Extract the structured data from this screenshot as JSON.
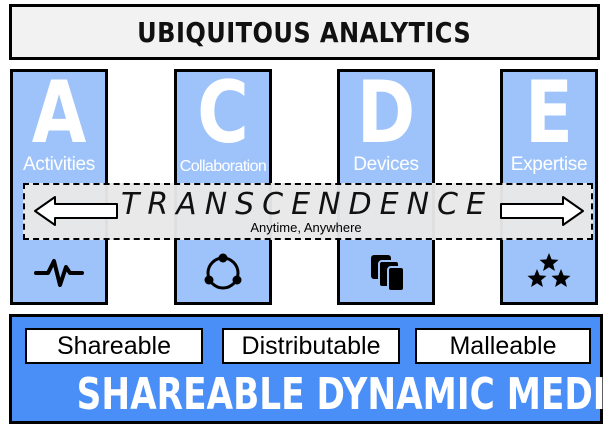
{
  "title": "UBIQUITOUS ANALYTICS",
  "pillars": [
    {
      "letter": "A",
      "label": "Activities",
      "icon": "activity-pulse-icon"
    },
    {
      "letter": "C",
      "label": "Collaboration",
      "icon": "collaboration-nodes-icon"
    },
    {
      "letter": "D",
      "label": "Devices",
      "icon": "devices-icon"
    },
    {
      "letter": "E",
      "label": "Expertise",
      "icon": "stars-icon"
    }
  ],
  "band": {
    "title": "TRANSCENDENCE",
    "subtitle": "Anytime, Anywhere"
  },
  "media": {
    "properties": [
      "Shareable",
      "Distributable",
      "Malleable"
    ],
    "title": "SHAREABLE DYNAMIC MEDIA"
  },
  "colors": {
    "pillar_fill": "#9ec3fb",
    "media_fill": "#4a8ef8",
    "title_fill": "#f2f2f2",
    "band_fill": "#e8e8e8",
    "outline": "#000000",
    "letter": "#ffffff"
  }
}
